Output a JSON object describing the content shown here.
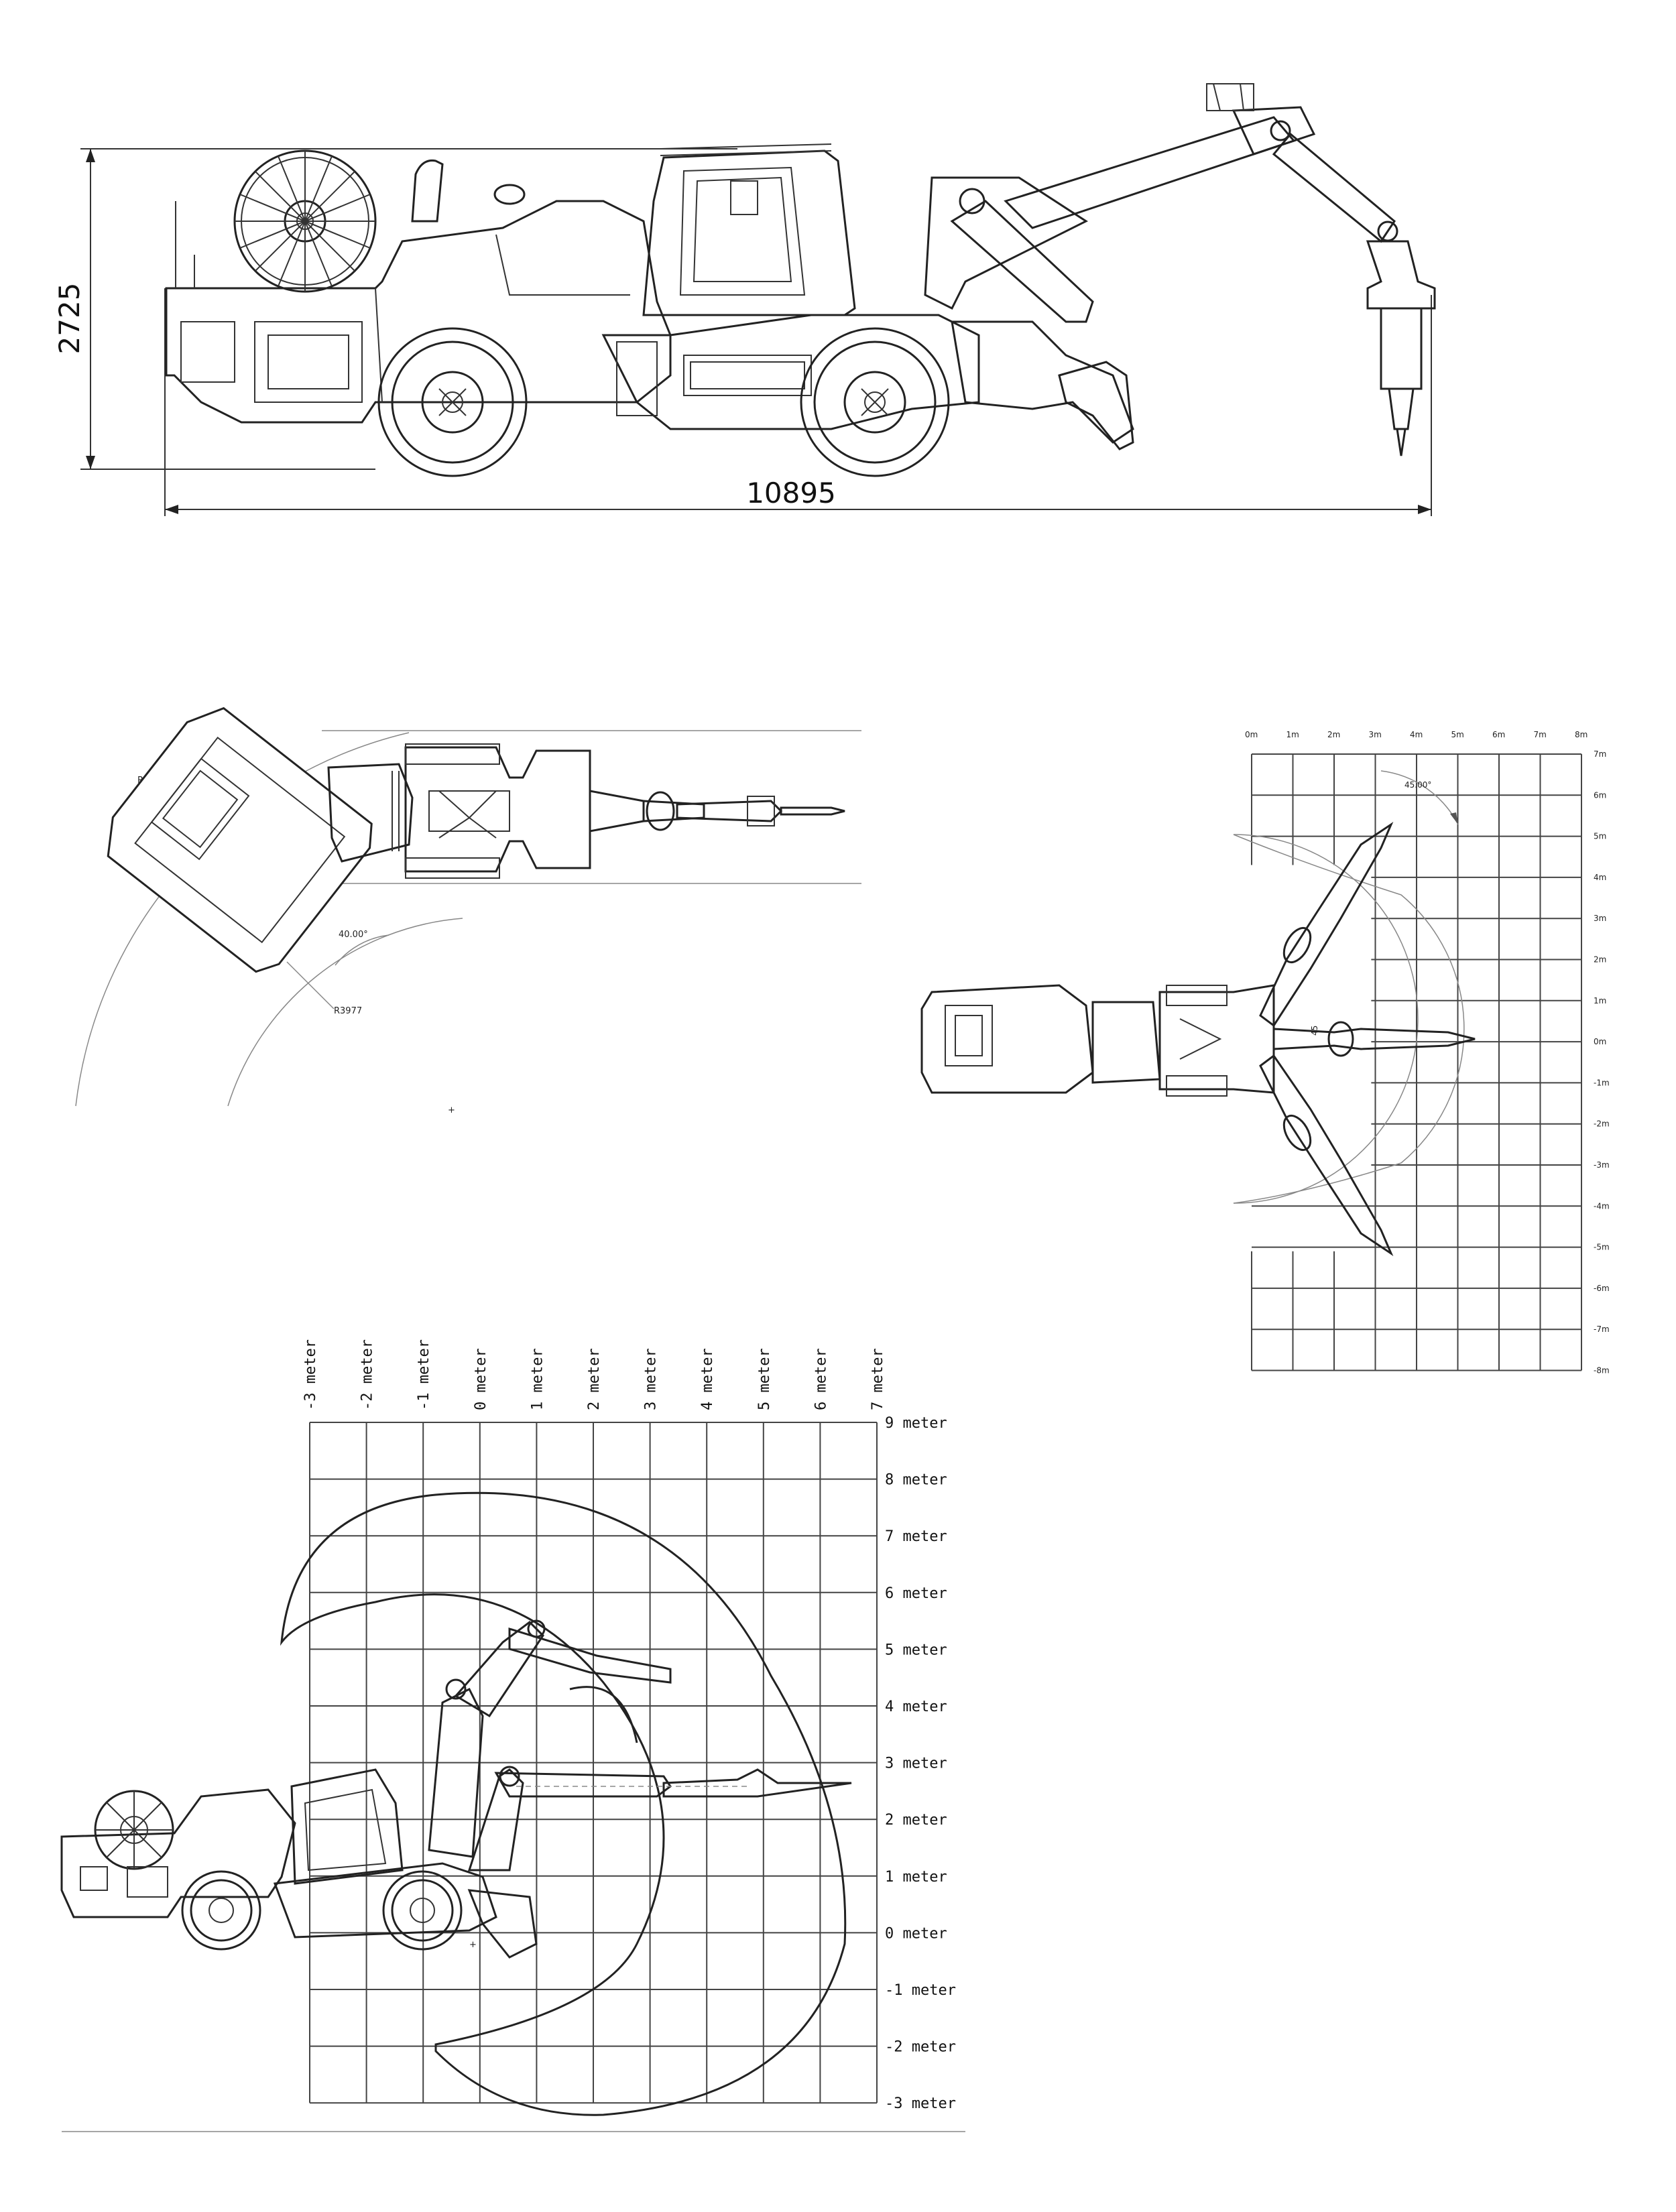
{
  "side_view": {
    "height_label": "2725",
    "length_label": "10895"
  },
  "top_view": {
    "outer_radius_label": "R6677",
    "inner_radius_label": "R3977",
    "angle_label": "40.00°"
  },
  "reach_top_view": {
    "x_labels": [
      "0m",
      "1m",
      "2m",
      "3m",
      "4m",
      "5m",
      "6m",
      "7m",
      "8m"
    ],
    "y_labels": [
      "7m",
      "6m",
      "5m",
      "4m",
      "3m",
      "2m",
      "1m",
      "0m",
      "-1m",
      "-2m",
      "-3m",
      "-4m",
      "-5m",
      "-6m",
      "-7m",
      "-8m"
    ],
    "angle_label": "45.00°"
  },
  "reach_side_view": {
    "x_labels": [
      "-3 meter",
      "-2 meter",
      "-1 meter",
      "0 meter",
      "1 meter",
      "2 meter",
      "3 meter",
      "4 meter",
      "5 meter",
      "6 meter",
      "7 meter"
    ],
    "y_labels": [
      "9 meter",
      "8 meter",
      "7 meter",
      "6 meter",
      "5 meter",
      "4 meter",
      "3 meter",
      "2 meter",
      "1 meter",
      "0 meter",
      "-1 meter",
      "-2 meter",
      "-3 meter"
    ]
  }
}
